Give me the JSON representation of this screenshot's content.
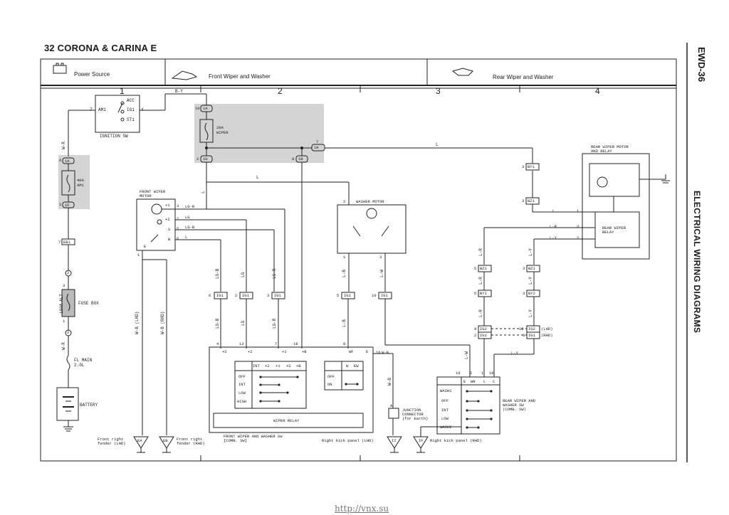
{
  "page_title": "32 CORONA & CARINA E",
  "page_code": "EWD-36",
  "section_title": "ELECTRICAL WIRING DIAGRAMS",
  "footer_url": "http://vnx.su",
  "header": {
    "power_source": "Power Source",
    "front_wiper": "Front Wiper and Washer",
    "rear_wiper": "Rear Wiper and Washer"
  },
  "columns": [
    "1",
    "2",
    "3",
    "4"
  ],
  "ignition": {
    "acc": "ACC",
    "am1": "AM1",
    "ig1": "IG1",
    "st1": "ST1",
    "pin7": "7",
    "pin4": "4",
    "name": "IGNITION SW",
    "wire": "B-Y"
  },
  "fuses": {
    "am1_amp": "40A",
    "am1_name": "AM1",
    "wiper_amp": "20A",
    "wiper_name": "WIPER",
    "alt_amp": "100A",
    "alt_name": "ALT",
    "fuse_box": "FUSE BOX",
    "fl_main_1": "FL MAIN",
    "fl_main_2": "2.0L",
    "battery": "BATTERY"
  },
  "connectors": {
    "c1a_6": "6",
    "c1a": "1A",
    "c1f_1": "1",
    "c1f": "1F",
    "eb1_7": "7",
    "eb1": "EB1",
    "c2_top": "2",
    "c2_3": "3",
    "c2_bot1": "1",
    "c2_bot": "2",
    "c10_1a": "10",
    "c1a_b": "1A",
    "c2_1g": "2",
    "c1g": "1G",
    "c8_1b": "8",
    "c1b": "1B",
    "c7_1h": "7",
    "c1h": "1H"
  },
  "front_motor": {
    "name_1": "FRONT WIPER",
    "name_2": "MOTOR",
    "pin3": "3",
    "pin2": "2",
    "pin5": "5",
    "pin6": "6",
    "pin1": "1",
    "plus1": "+1",
    "plus2": "+2",
    "s": "S",
    "b": "B",
    "e": "E",
    "w1": "LG-R",
    "w2": "LG",
    "w3": "LG-B",
    "w4": "L"
  },
  "washer_motor": {
    "name": "WASHER MOTOR",
    "pin2": "2",
    "pin1": "1",
    "pin3": "3"
  },
  "ig1_row": {
    "p6": "6",
    "p2": "2",
    "p3": "3",
    "p5": "5",
    "p10": "10",
    "name": "IG1"
  },
  "front_switch": {
    "name_1": "FRONT WIPER AND WASHER SW",
    "name_2": "[COMB. SW]",
    "relay": "WIPER RELAY",
    "top_pins": [
      "4",
      "13",
      "7",
      "18",
      "8",
      "16"
    ],
    "top_terms": [
      "+S",
      "+2",
      "+1",
      "+B",
      "WF",
      "E"
    ],
    "cols": [
      "INT",
      "+2",
      "+1",
      "+S",
      "+B"
    ],
    "rows": [
      "OFF",
      "INT",
      "LOW",
      "HIGH"
    ],
    "washer_cols": [
      "W",
      "EW"
    ],
    "washer_rows": [
      "OFF",
      "ON"
    ]
  },
  "junction": {
    "pin": "A",
    "name_1": "JUNCTION",
    "name_2": "CONNECTOR",
    "name_3": "(for Earth)",
    "wire": "W-B"
  },
  "grounds": {
    "ea": "EA",
    "eb": "EB",
    "ii": "II",
    "if": "IF",
    "ea_label_1": "Front right",
    "ea_label_2": "fender (LHD)",
    "eb_label_1": "Front right",
    "eb_label_2": "fender (RHD)",
    "ii_label": "Right kick panel (LHD)",
    "if_label": "Right kick panel (RHD)"
  },
  "wires": {
    "w_b_lhd": "W-B (LHD)",
    "w_b_rhd": "W-B (RHD)",
    "lg_b": "LG-B",
    "lg": "LG",
    "lg_r": "LG-R",
    "l_b": "L-B",
    "l_w": "L-W",
    "l": "L",
    "l_r": "L-R",
    "l_y": "L-Y",
    "w_r": "W-R",
    "w_b": "W-B"
  },
  "rear_motor": {
    "name_1": "REAR WIPER MOTOR",
    "name_2": "AND RELAY",
    "relay_1": "REAR WIPER",
    "relay_2": "RELAY",
    "p1": "1",
    "p3": "3",
    "p2": "2"
  },
  "rear_connectors": {
    "by1_3": "3",
    "by1": "BY1",
    "bz1_3": "3",
    "bz1": "BZ1",
    "bz1a_5": "5",
    "bz1a": "BZ1",
    "bz1b_3": "3",
    "bz1b": "BZ1",
    "by2_5": "5",
    "by2": "BY2",
    "by2b_3": "3",
    "by2b": "BY2",
    "ig2_9": "9",
    "ig2": "IG2",
    "ig1_2": "2",
    "ig1": "IG1",
    "ig2r_10": "10",
    "ig2r": "IG2",
    "ig1r_3": "3",
    "ig1r": "IG1",
    "lhd": "(LHD)",
    "rhd": "(RHD)"
  },
  "rear_switch": {
    "name_1": "REAR WIPER AND",
    "name_2": "WASHER SW",
    "name_3": "(COMB. SW)",
    "pins": [
      "16",
      "2",
      "1",
      "10"
    ],
    "cols": [
      "E",
      "WR",
      "L",
      "C"
    ],
    "rows": [
      "WASH1",
      "OFF",
      "INT",
      "LOW",
      "WASH2"
    ]
  }
}
